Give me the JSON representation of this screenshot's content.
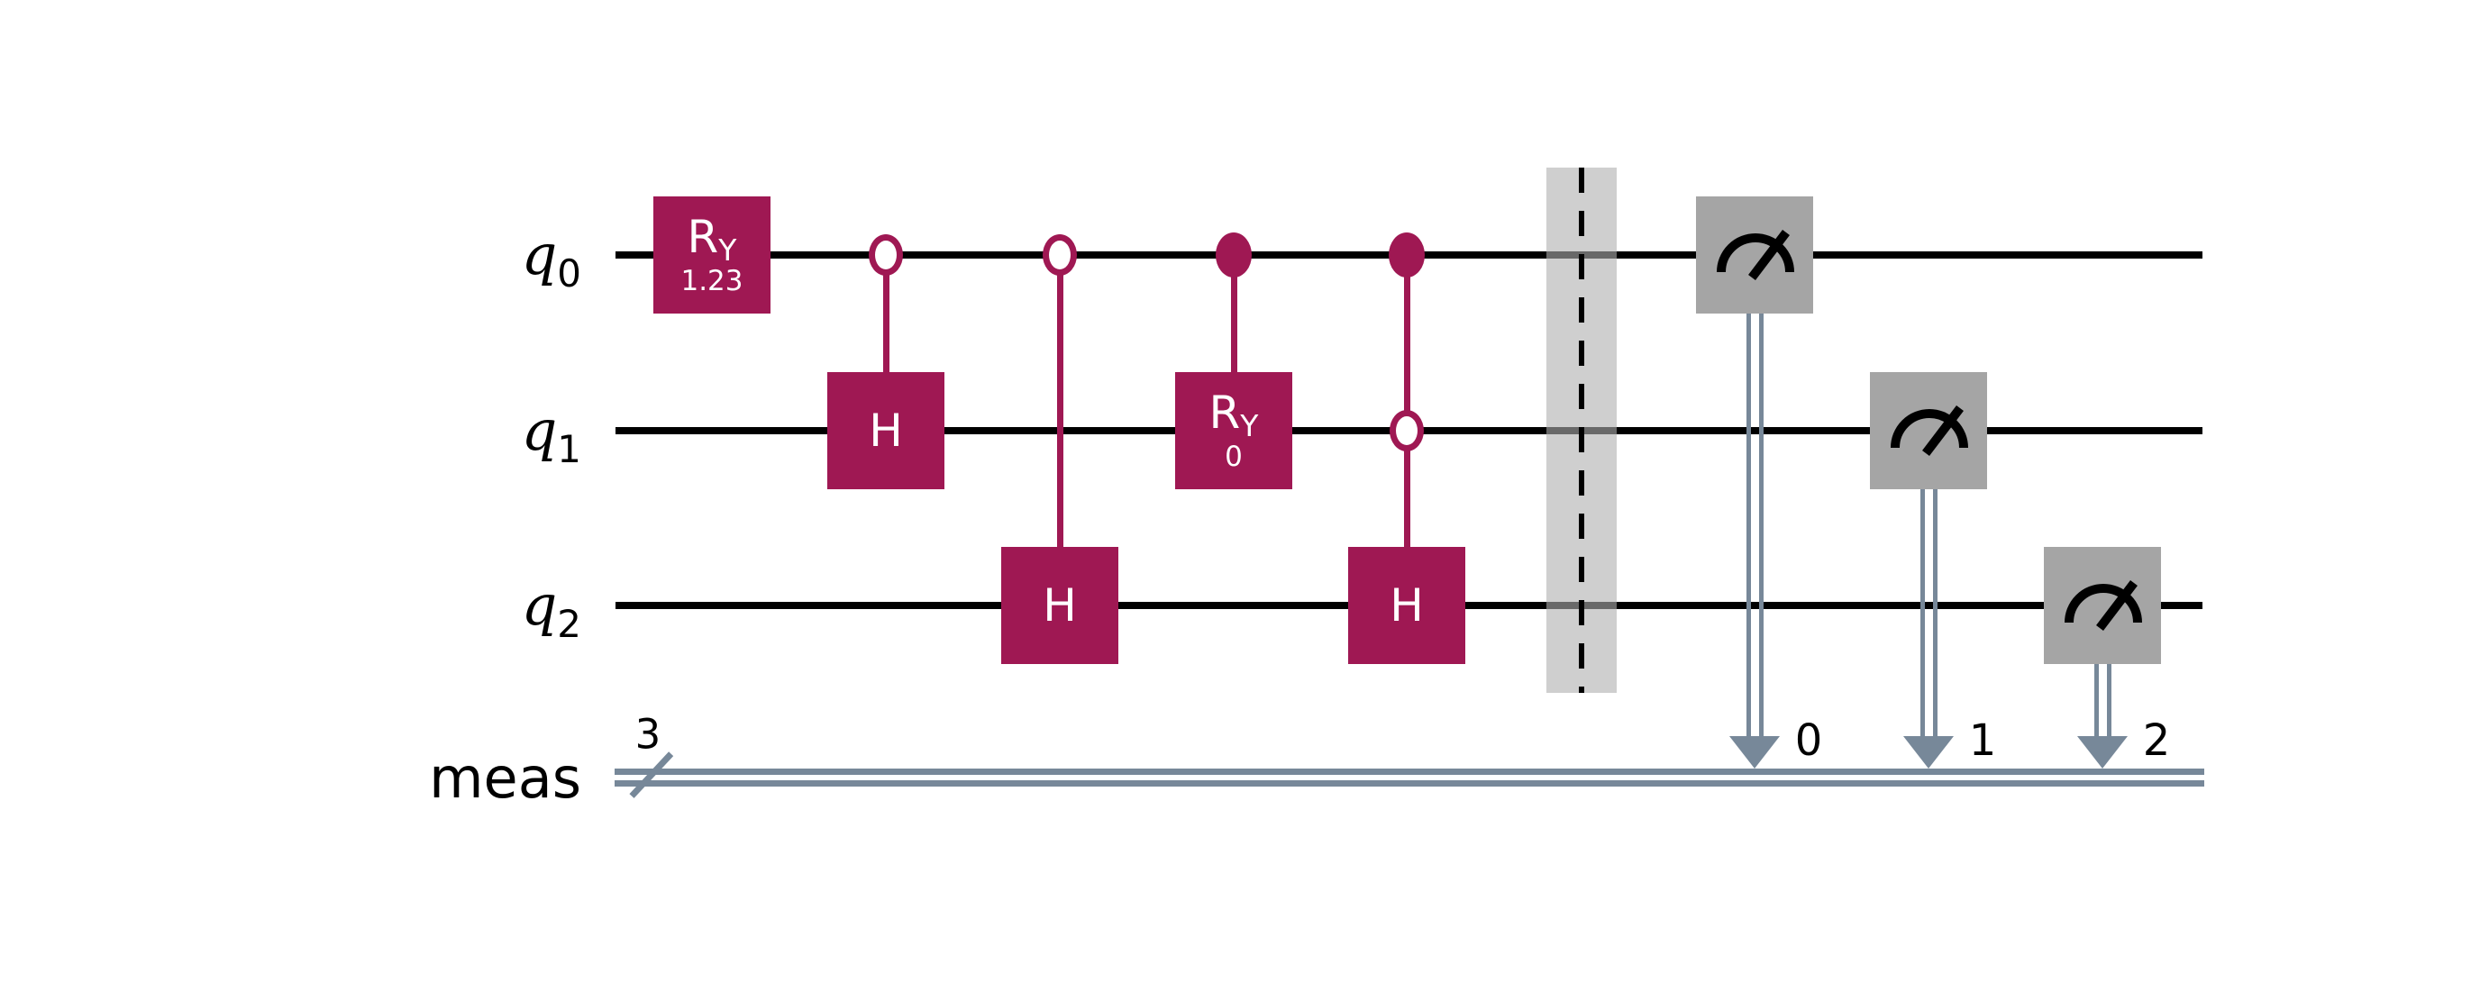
{
  "circuit": {
    "type": "quantum-circuit",
    "colors": {
      "background": "#ffffff",
      "gate": "#9F1853",
      "gate_text": "#ffffff",
      "qubit_wire": "#000000",
      "classical_wire": "#778899",
      "measure_fill": "#A5A5A5",
      "barrier_fill": "#CFCFCF",
      "text": "#000000"
    },
    "qubits": [
      {
        "name": "q",
        "index": "0"
      },
      {
        "name": "q",
        "index": "1"
      },
      {
        "name": "q",
        "index": "2"
      }
    ],
    "classical_register": {
      "label": "meas",
      "size": "3"
    },
    "columns": [
      {
        "type": "gate",
        "gate": "ry",
        "label_base": "R",
        "label_sub": "Y",
        "param": "1.23",
        "target": "q0"
      },
      {
        "type": "controlled-gate",
        "gate": "h",
        "label": "H",
        "control": "q0 open",
        "target": "q1"
      },
      {
        "type": "controlled-gate",
        "gate": "h",
        "label": "H",
        "control": "q0 open",
        "target": "q2"
      },
      {
        "type": "controlled-gate",
        "gate": "ry",
        "label_base": "R",
        "label_sub": "Y",
        "param": "0",
        "control": "q0 filled",
        "target": "q1"
      },
      {
        "type": "controlled-gate",
        "gate": "h",
        "label": "H",
        "control": "q0 filled, q1 open",
        "target": "q2"
      },
      {
        "type": "barrier",
        "spans": "q0-q2"
      },
      {
        "type": "measure",
        "qubit": "q0",
        "cbit": "0"
      },
      {
        "type": "measure",
        "qubit": "q1",
        "cbit": "1"
      },
      {
        "type": "measure",
        "qubit": "q2",
        "cbit": "2"
      }
    ]
  }
}
